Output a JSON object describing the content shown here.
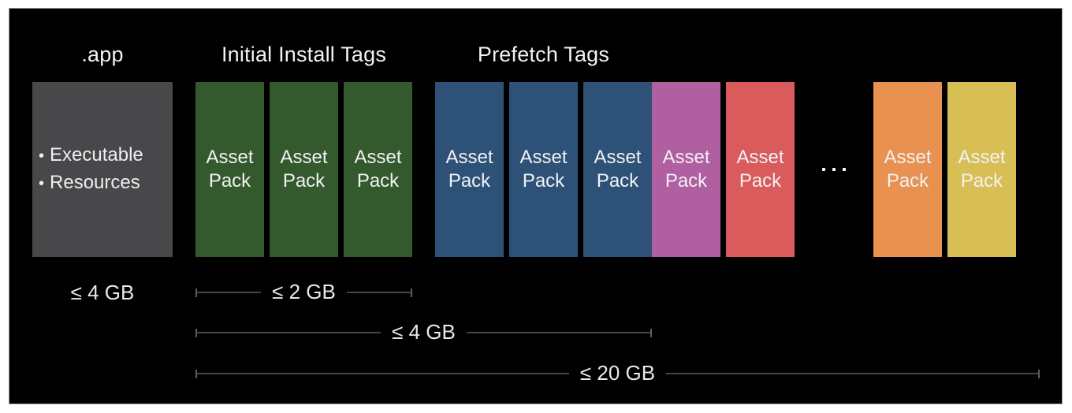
{
  "headers": [
    {
      "label": ".app"
    },
    {
      "label": "Initial Install Tags"
    },
    {
      "label": "Prefetch Tags"
    }
  ],
  "app_box": {
    "color": "#48484a",
    "bullet_char": "•",
    "bullets": [
      "Executable",
      "Resources"
    ]
  },
  "pack_groups": [
    {
      "id": "initial-install-tags",
      "packs": [
        {
          "label": "Asset Pack",
          "color": "#34592c"
        },
        {
          "label": "Asset Pack",
          "color": "#34592c"
        },
        {
          "label": "Asset Pack",
          "color": "#34592c"
        }
      ]
    },
    {
      "id": "prefetch-tags",
      "packs": [
        {
          "label": "Asset Pack",
          "color": "#2e5277"
        },
        {
          "label": "Asset Pack",
          "color": "#2e5277"
        },
        {
          "label": "Asset Pack",
          "color": "#2e5277"
        }
      ]
    },
    {
      "id": "on-demand-left",
      "packs": [
        {
          "label": "Asset Pack",
          "color": "#b05fa0"
        },
        {
          "label": "Asset Pack",
          "color": "#d95b5b"
        }
      ]
    },
    {
      "id": "on-demand-right",
      "packs": [
        {
          "label": "Asset Pack",
          "color": "#e89150"
        },
        {
          "label": "Asset Pack",
          "color": "#d8bf55"
        }
      ]
    }
  ],
  "measurements": {
    "app_size": "≤ 4 GB",
    "initial_install_size": "≤ 2 GB",
    "prefetch_size": "≤ 4 GB",
    "total_size": "≤ 20 GB"
  }
}
